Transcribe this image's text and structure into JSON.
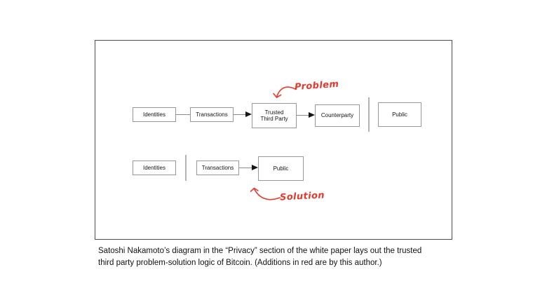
{
  "colors": {
    "red": "#e23b2e",
    "frame_border": "#4d4d4d"
  },
  "diagram": {
    "row1": {
      "identities": "Identities",
      "transactions": "Transactions",
      "ttp_line1": "Trusted",
      "ttp_line2": "Third Party",
      "counterparty": "Counterparty",
      "public": "Public"
    },
    "row2": {
      "identities": "Identities",
      "transactions": "Transactions",
      "public": "Public"
    },
    "annotations": {
      "problem": "Problem",
      "solution": "Solution"
    }
  },
  "caption": {
    "line1": "Satoshi Nakamoto’s diagram in the “Privacy” section of the white paper lays out the trusted",
    "line2": "third party problem-solution logic of Bitcoin. (Additions in red are by this author.)"
  }
}
